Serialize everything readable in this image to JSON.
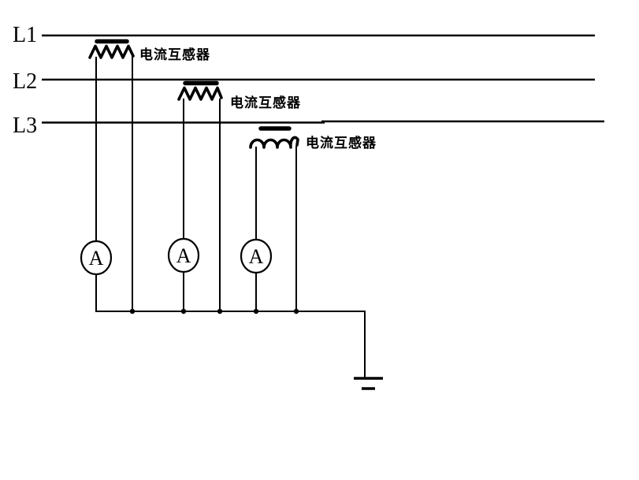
{
  "page": {
    "background_color": "#ffffff",
    "ink_color": "#000000",
    "description": "Three-phase current measurement schematic: three current transformers feeding three ammeters with common grounded return"
  },
  "phases": [
    {
      "label": "L1"
    },
    {
      "label": "L2"
    },
    {
      "label": "L3"
    }
  ],
  "transformers": [
    {
      "label": "电流互感器"
    },
    {
      "label": "电流互感器"
    },
    {
      "label": "电流互感器"
    }
  ],
  "ammeters": [
    {
      "label": "A"
    },
    {
      "label": "A"
    },
    {
      "label": "A"
    }
  ]
}
